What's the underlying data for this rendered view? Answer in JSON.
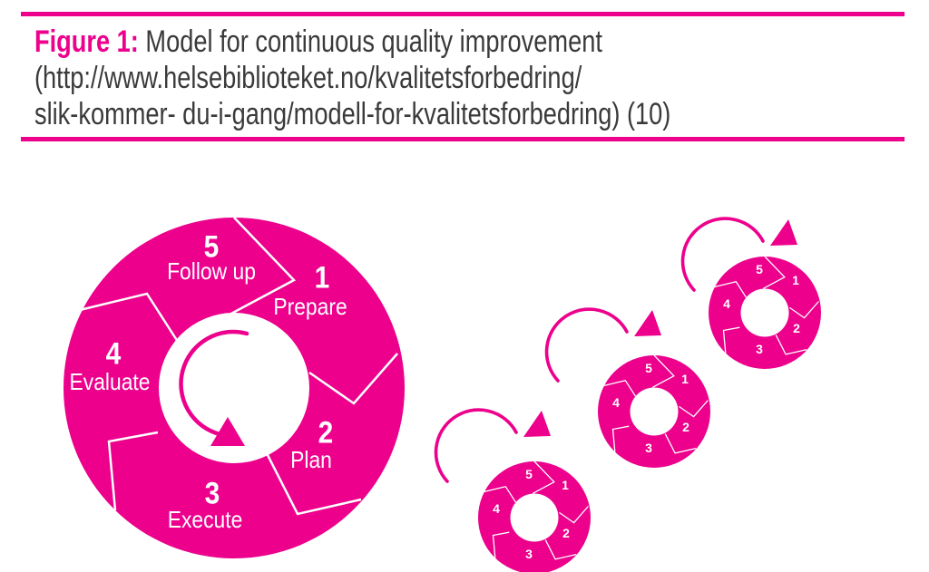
{
  "caption": {
    "label": "Figure 1:",
    "title": "Model for continuous quality improvement",
    "line2": "(http://www.helsebiblioteket.no/kvalitetsforbedring/",
    "line3": "slik-kommer- du-i-gang/modell-for-kvalitetsforbedring) (10)"
  },
  "colors": {
    "accent": "#EC008C",
    "text": "#3A3A3A",
    "background": "#FFFFFF"
  },
  "diagram": {
    "type": "cycle",
    "main_cycle": {
      "center_icon": "rotation-arrow",
      "steps": [
        {
          "number": "1",
          "label": "Prepare"
        },
        {
          "number": "2",
          "label": "Plan"
        },
        {
          "number": "3",
          "label": "Execute"
        },
        {
          "number": "4",
          "label": "Evaluate"
        },
        {
          "number": "5",
          "label": "Follow up"
        }
      ]
    },
    "mini_cycles": {
      "count": 3,
      "arrow_icon": "curved-rotation-arrow",
      "numbers": [
        "1",
        "2",
        "3",
        "4",
        "5"
      ]
    }
  }
}
